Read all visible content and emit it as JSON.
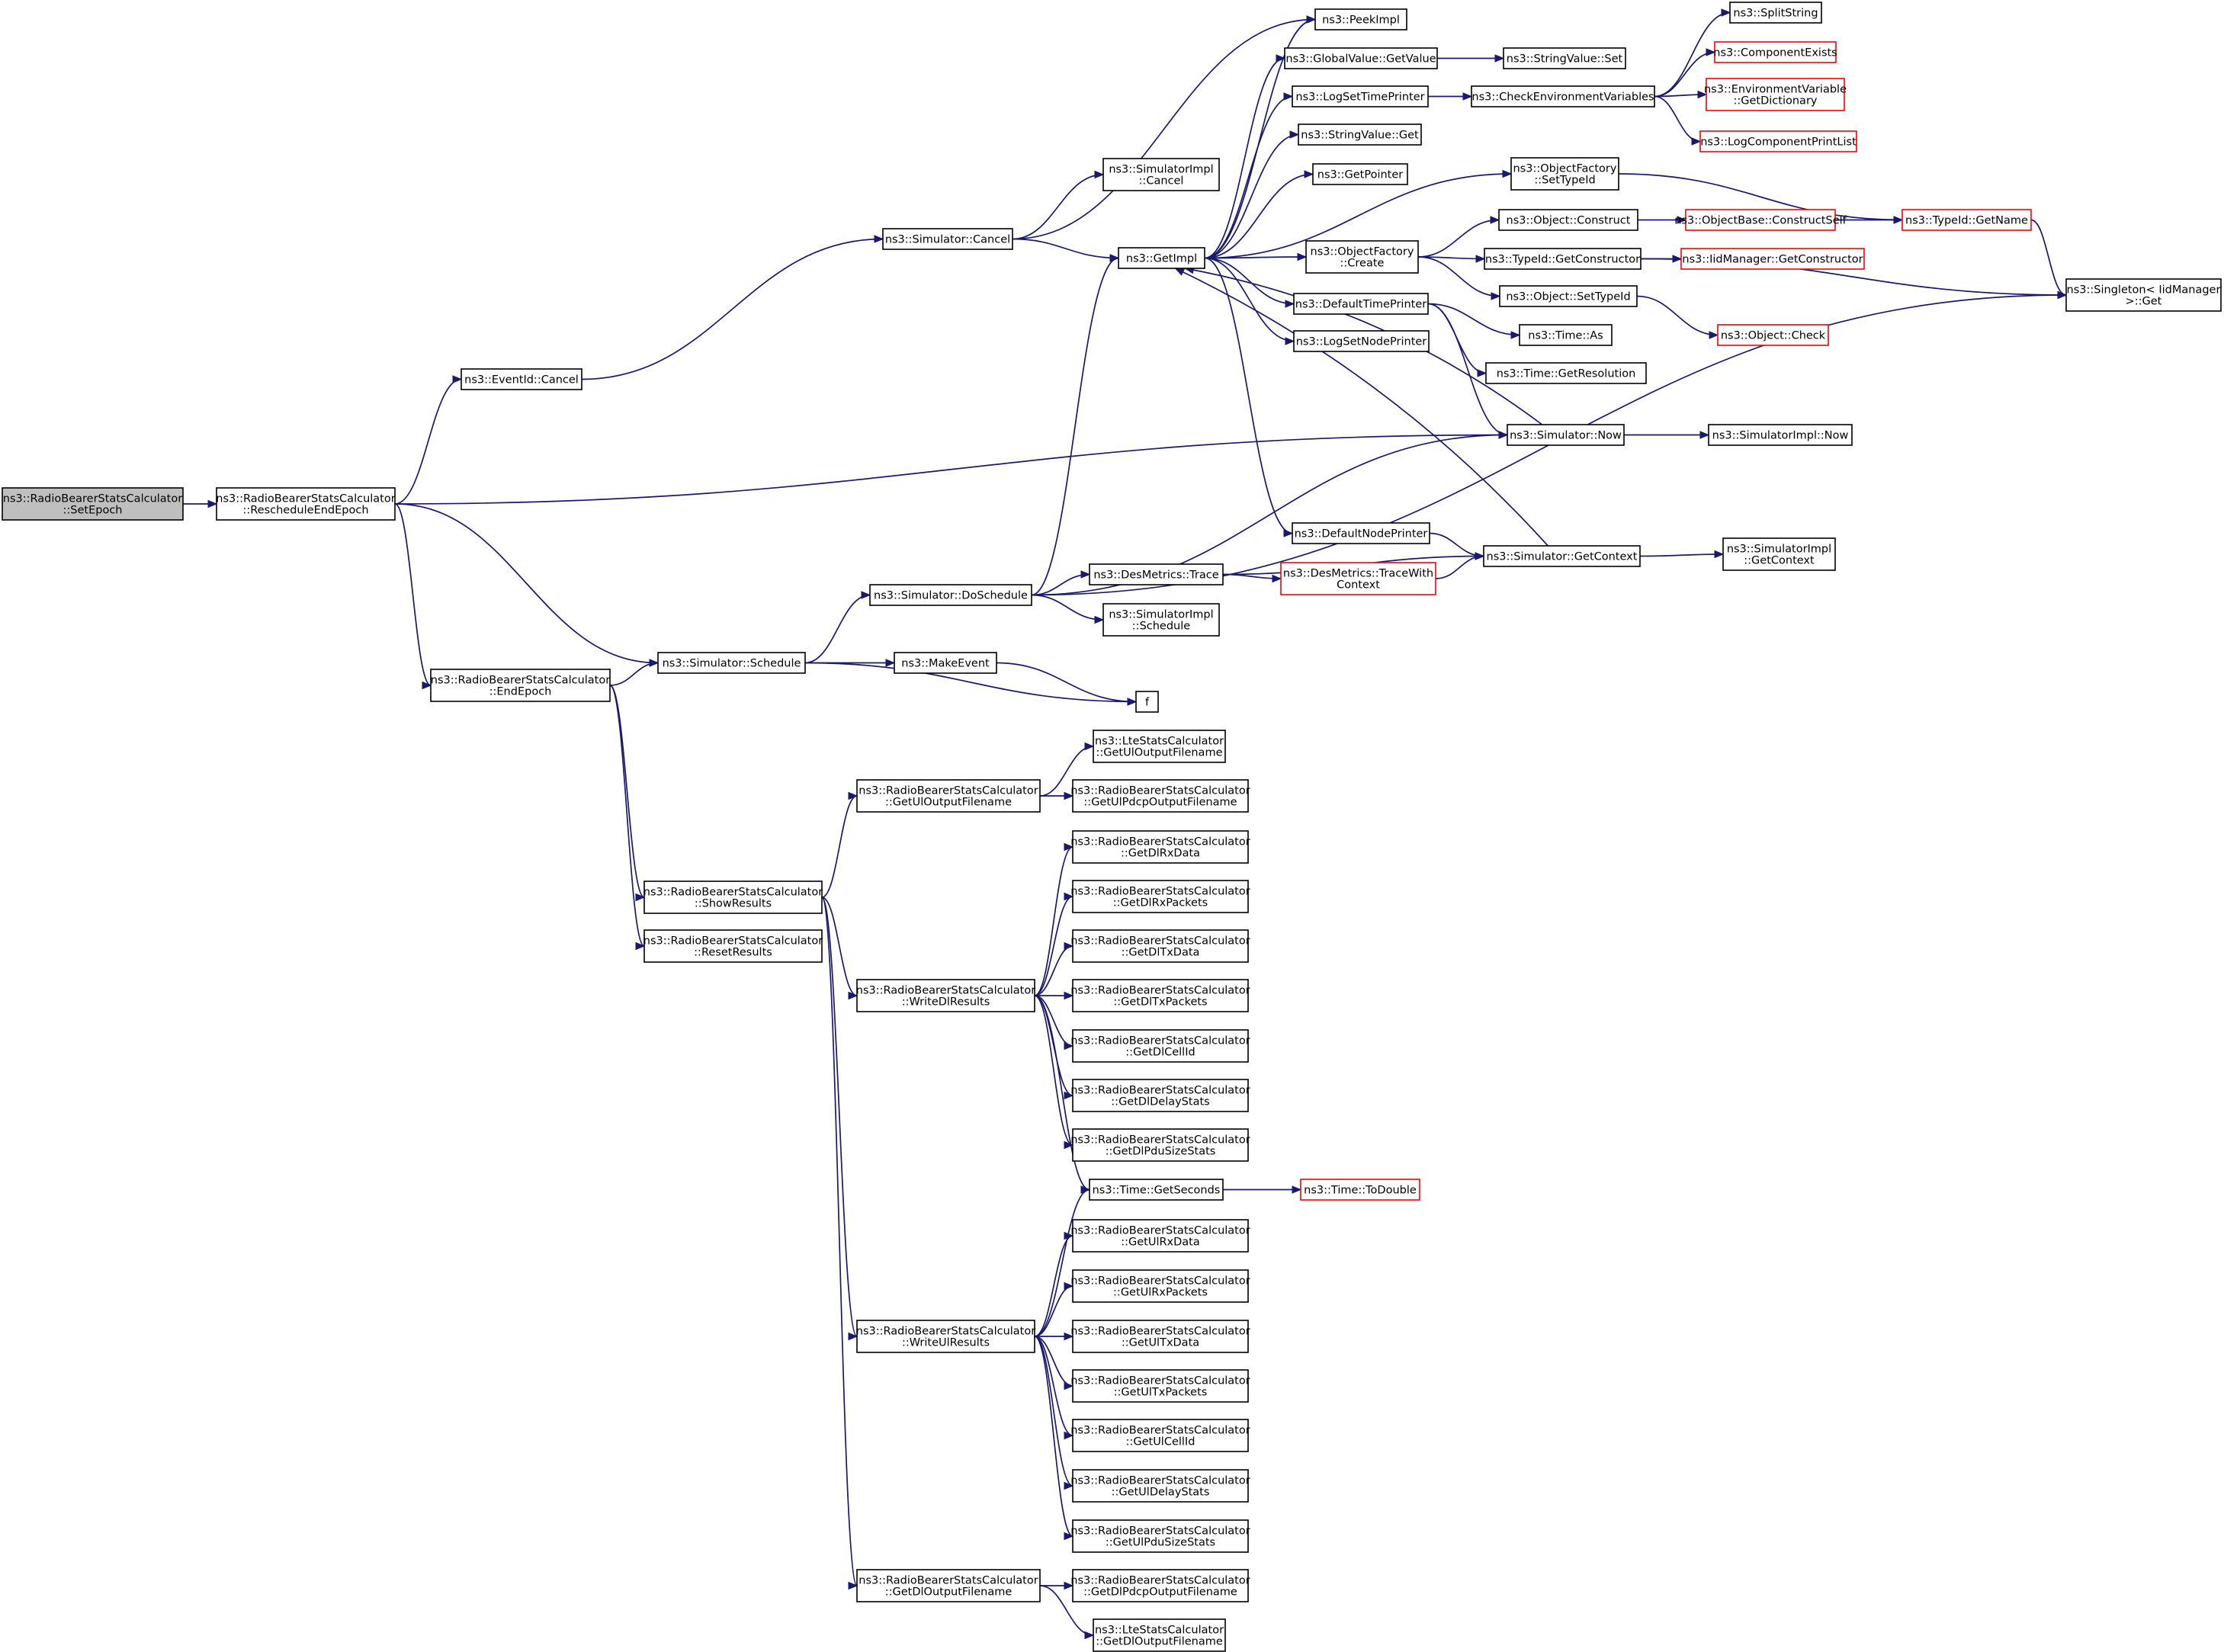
{
  "diagram": {
    "type": "call-graph",
    "colors": {
      "edge": "#191970",
      "node_border": "#000000",
      "external_node_border": "#ff0000",
      "root_fill": "#bfbfbf",
      "node_fill": "#ffffff"
    },
    "nodes": [
      {
        "id": "root",
        "lines": [
          "ns3::RadioBearerStatsCalculator",
          "::SetEpoch"
        ],
        "style": "root"
      },
      {
        "id": "reschedule",
        "lines": [
          "ns3::RadioBearerStatsCalculator",
          "::RescheduleEndEpoch"
        ]
      },
      {
        "id": "eventcancel",
        "lines": [
          "ns3::EventId::Cancel"
        ]
      },
      {
        "id": "endepoch",
        "lines": [
          "ns3::RadioBearerStatsCalculator",
          "::EndEpoch"
        ]
      },
      {
        "id": "simcancel",
        "lines": [
          "ns3::Simulator::Cancel"
        ]
      },
      {
        "id": "simimplcancel",
        "lines": [
          "ns3::SimulatorImpl",
          "::Cancel"
        ]
      },
      {
        "id": "schedule",
        "lines": [
          "ns3::Simulator::Schedule"
        ]
      },
      {
        "id": "doschedule",
        "lines": [
          "ns3::Simulator::DoSchedule"
        ]
      },
      {
        "id": "makeevent",
        "lines": [
          "ns3::MakeEvent"
        ]
      },
      {
        "id": "f",
        "lines": [
          "f"
        ]
      },
      {
        "id": "getimpl",
        "lines": [
          "ns3::GetImpl"
        ]
      },
      {
        "id": "peekimpl",
        "lines": [
          "ns3::PeekImpl"
        ]
      },
      {
        "id": "gvgetvalue",
        "lines": [
          "ns3::GlobalValue::GetValue"
        ]
      },
      {
        "id": "logsettimeprinter",
        "lines": [
          "ns3::LogSetTimePrinter"
        ]
      },
      {
        "id": "stringvalueget",
        "lines": [
          "ns3::StringValue::Get"
        ]
      },
      {
        "id": "getpointer",
        "lines": [
          "ns3::GetPointer"
        ]
      },
      {
        "id": "ofcreate",
        "lines": [
          "ns3::ObjectFactory",
          "::Create"
        ]
      },
      {
        "id": "defaulttimeprinter",
        "lines": [
          "ns3::DefaultTimePrinter"
        ]
      },
      {
        "id": "logsetnodeprinter",
        "lines": [
          "ns3::LogSetNodePrinter"
        ]
      },
      {
        "id": "defaultnodeprinter",
        "lines": [
          "ns3::DefaultNodePrinter"
        ]
      },
      {
        "id": "stringvalueset",
        "lines": [
          "ns3::StringValue::Set"
        ]
      },
      {
        "id": "checkenv",
        "lines": [
          "ns3::CheckEnvironmentVariables"
        ]
      },
      {
        "id": "ofsettypeid",
        "lines": [
          "ns3::ObjectFactory",
          "::SetTypeId"
        ]
      },
      {
        "id": "objconstruct",
        "lines": [
          "ns3::Object::Construct"
        ]
      },
      {
        "id": "typeidgetconstructor",
        "lines": [
          "ns3::TypeId::GetConstructor"
        ]
      },
      {
        "id": "objsettypeid",
        "lines": [
          "ns3::Object::SetTypeId"
        ]
      },
      {
        "id": "timeas",
        "lines": [
          "ns3::Time::As"
        ]
      },
      {
        "id": "timegetres",
        "lines": [
          "ns3::Time::GetResolution"
        ]
      },
      {
        "id": "simnow",
        "lines": [
          "ns3::Simulator::Now"
        ]
      },
      {
        "id": "simimplnow",
        "lines": [
          "ns3::SimulatorImpl::Now"
        ]
      },
      {
        "id": "splitstring",
        "lines": [
          "ns3::SplitString"
        ]
      },
      {
        "id": "componentexists",
        "lines": [
          "ns3::ComponentExists"
        ],
        "style": "red"
      },
      {
        "id": "envgetdict",
        "lines": [
          "ns3::EnvironmentVariable",
          "::GetDictionary"
        ],
        "style": "red"
      },
      {
        "id": "logcompprint",
        "lines": [
          "ns3::LogComponentPrintList"
        ],
        "style": "red"
      },
      {
        "id": "constructself",
        "lines": [
          "ns3::ObjectBase::ConstructSelf"
        ],
        "style": "red"
      },
      {
        "id": "iidgetconstructor",
        "lines": [
          "ns3::IidManager::GetConstructor"
        ],
        "style": "red"
      },
      {
        "id": "objcheck",
        "lines": [
          "ns3::Object::Check"
        ],
        "style": "red"
      },
      {
        "id": "typeidgetname",
        "lines": [
          "ns3::TypeId::GetName"
        ],
        "style": "red"
      },
      {
        "id": "singleton",
        "lines": [
          "ns3::Singleton< IidManager",
          " >::Get"
        ]
      },
      {
        "id": "destrace",
        "lines": [
          "ns3::DesMetrics::Trace"
        ]
      },
      {
        "id": "simimplschedule",
        "lines": [
          "ns3::SimulatorImpl",
          "::Schedule"
        ]
      },
      {
        "id": "tracewithctx",
        "lines": [
          "ns3::DesMetrics::TraceWith",
          "Context"
        ],
        "style": "red"
      },
      {
        "id": "simgetcontext",
        "lines": [
          "ns3::Simulator::GetContext"
        ]
      },
      {
        "id": "simimplgetcontext",
        "lines": [
          "ns3::SimulatorImpl",
          "::GetContext"
        ]
      },
      {
        "id": "showresults",
        "lines": [
          "ns3::RadioBearerStatsCalculator",
          "::ShowResults"
        ]
      },
      {
        "id": "resetresults",
        "lines": [
          "ns3::RadioBearerStatsCalculator",
          "::ResetResults"
        ]
      },
      {
        "id": "rbgetul",
        "lines": [
          "ns3::RadioBearerStatsCalculator",
          "::GetUlOutputFilename"
        ]
      },
      {
        "id": "ltegetul",
        "lines": [
          "ns3::LteStatsCalculator",
          "::GetUlOutputFilename"
        ]
      },
      {
        "id": "getulpdcp",
        "lines": [
          "ns3::RadioBearerStatsCalculator",
          "::GetUlPdcpOutputFilename"
        ]
      },
      {
        "id": "writedl",
        "lines": [
          "ns3::RadioBearerStatsCalculator",
          "::WriteDlResults"
        ]
      },
      {
        "id": "getdlrxdata",
        "lines": [
          "ns3::RadioBearerStatsCalculator",
          "::GetDlRxData"
        ]
      },
      {
        "id": "getdlrxpackets",
        "lines": [
          "ns3::RadioBearerStatsCalculator",
          "::GetDlRxPackets"
        ]
      },
      {
        "id": "getdltxdata",
        "lines": [
          "ns3::RadioBearerStatsCalculator",
          "::GetDlTxData"
        ]
      },
      {
        "id": "getdltxpackets",
        "lines": [
          "ns3::RadioBearerStatsCalculator",
          "::GetDlTxPackets"
        ]
      },
      {
        "id": "getdlcellid",
        "lines": [
          "ns3::RadioBearerStatsCalculator",
          "::GetDlCellId"
        ]
      },
      {
        "id": "getdldelay",
        "lines": [
          "ns3::RadioBearerStatsCalculator",
          "::GetDlDelayStats"
        ]
      },
      {
        "id": "getdlpdu",
        "lines": [
          "ns3::RadioBearerStatsCalculator",
          "::GetDlPduSizeStats"
        ]
      },
      {
        "id": "timegetseconds",
        "lines": [
          "ns3::Time::GetSeconds"
        ]
      },
      {
        "id": "timetodouble",
        "lines": [
          "ns3::Time::ToDouble"
        ],
        "style": "red"
      },
      {
        "id": "getulrxdata",
        "lines": [
          "ns3::RadioBearerStatsCalculator",
          "::GetUlRxData"
        ]
      },
      {
        "id": "getulrxpackets",
        "lines": [
          "ns3::RadioBearerStatsCalculator",
          "::GetUlRxPackets"
        ]
      },
      {
        "id": "writeul",
        "lines": [
          "ns3::RadioBearerStatsCalculator",
          "::WriteUlResults"
        ]
      },
      {
        "id": "getultxdata",
        "lines": [
          "ns3::RadioBearerStatsCalculator",
          "::GetUlTxData"
        ]
      },
      {
        "id": "getultxpackets",
        "lines": [
          "ns3::RadioBearerStatsCalculator",
          "::GetUlTxPackets"
        ]
      },
      {
        "id": "getulcellid",
        "lines": [
          "ns3::RadioBearerStatsCalculator",
          "::GetUlCellId"
        ]
      },
      {
        "id": "getuldelay",
        "lines": [
          "ns3::RadioBearerStatsCalculator",
          "::GetUlDelayStats"
        ]
      },
      {
        "id": "getulpdu",
        "lines": [
          "ns3::RadioBearerStatsCalculator",
          "::GetUlPduSizeStats"
        ]
      },
      {
        "id": "rbgetdl",
        "lines": [
          "ns3::RadioBearerStatsCalculator",
          "::GetDlOutputFilename"
        ]
      },
      {
        "id": "getdlpdcp",
        "lines": [
          "ns3::RadioBearerStatsCalculator",
          "::GetDlPdcpOutputFilename"
        ]
      },
      {
        "id": "ltegetdl",
        "lines": [
          "ns3::LteStatsCalculator",
          "::GetDlOutputFilename"
        ]
      }
    ],
    "edges": [
      [
        "root",
        "reschedule"
      ],
      [
        "reschedule",
        "eventcancel"
      ],
      [
        "reschedule",
        "simnow"
      ],
      [
        "reschedule",
        "schedule"
      ],
      [
        "reschedule",
        "endepoch"
      ],
      [
        "eventcancel",
        "simcancel"
      ],
      [
        "simcancel",
        "simimplcancel"
      ],
      [
        "simcancel",
        "getimpl"
      ],
      [
        "simcancel",
        "peekimpl"
      ],
      [
        "endepoch",
        "schedule"
      ],
      [
        "endepoch",
        "showresults"
      ],
      [
        "endepoch",
        "resetresults"
      ],
      [
        "schedule",
        "doschedule"
      ],
      [
        "schedule",
        "makeevent"
      ],
      [
        "schedule",
        "f"
      ],
      [
        "makeevent",
        "f"
      ],
      [
        "doschedule",
        "getimpl"
      ],
      [
        "doschedule",
        "simnow"
      ],
      [
        "doschedule",
        "destrace"
      ],
      [
        "doschedule",
        "simimplschedule"
      ],
      [
        "doschedule",
        "singleton"
      ],
      [
        "getimpl",
        "peekimpl"
      ],
      [
        "getimpl",
        "gvgetvalue"
      ],
      [
        "getimpl",
        "logsettimeprinter"
      ],
      [
        "getimpl",
        "stringvalueget"
      ],
      [
        "getimpl",
        "getpointer"
      ],
      [
        "getimpl",
        "ofsettypeid"
      ],
      [
        "getimpl",
        "ofcreate"
      ],
      [
        "getimpl",
        "defaulttimeprinter"
      ],
      [
        "getimpl",
        "logsetnodeprinter"
      ],
      [
        "getimpl",
        "defaultnodeprinter"
      ],
      [
        "gvgetvalue",
        "stringvalueset"
      ],
      [
        "logsettimeprinter",
        "checkenv"
      ],
      [
        "checkenv",
        "splitstring"
      ],
      [
        "checkenv",
        "componentexists"
      ],
      [
        "checkenv",
        "envgetdict"
      ],
      [
        "checkenv",
        "logcompprint"
      ],
      [
        "ofsettypeid",
        "typeidgetname"
      ],
      [
        "ofcreate",
        "objconstruct"
      ],
      [
        "ofcreate",
        "typeidgetconstructor"
      ],
      [
        "ofcreate",
        "objsettypeid"
      ],
      [
        "objconstruct",
        "constructself"
      ],
      [
        "constructself",
        "typeidgetname"
      ],
      [
        "typeidgetconstructor",
        "iidgetconstructor"
      ],
      [
        "typeidgetconstructor",
        "singleton"
      ],
      [
        "typeidgetname",
        "singleton"
      ],
      [
        "objsettypeid",
        "objcheck"
      ],
      [
        "defaulttimeprinter",
        "timeas"
      ],
      [
        "defaulttimeprinter",
        "timegetres"
      ],
      [
        "defaulttimeprinter",
        "simnow"
      ],
      [
        "simnow",
        "getimpl"
      ],
      [
        "simnow",
        "simimplnow"
      ],
      [
        "defaultnodeprinter",
        "simgetcontext"
      ],
      [
        "destrace",
        "tracewithctx"
      ],
      [
        "destrace",
        "simgetcontext"
      ],
      [
        "tracewithctx",
        "simgetcontext"
      ],
      [
        "simgetcontext",
        "getimpl"
      ],
      [
        "simgetcontext",
        "simimplgetcontext"
      ],
      [
        "showresults",
        "rbgetul"
      ],
      [
        "showresults",
        "writedl"
      ],
      [
        "showresults",
        "writeul"
      ],
      [
        "showresults",
        "rbgetdl"
      ],
      [
        "rbgetul",
        "ltegetul"
      ],
      [
        "rbgetul",
        "getulpdcp"
      ],
      [
        "writedl",
        "getdlrxdata"
      ],
      [
        "writedl",
        "getdlrxpackets"
      ],
      [
        "writedl",
        "getdltxdata"
      ],
      [
        "writedl",
        "getdltxpackets"
      ],
      [
        "writedl",
        "getdlcellid"
      ],
      [
        "writedl",
        "getdldelay"
      ],
      [
        "writedl",
        "getdlpdu"
      ],
      [
        "writedl",
        "timegetseconds"
      ],
      [
        "timegetseconds",
        "timetodouble"
      ],
      [
        "writeul",
        "timegetseconds"
      ],
      [
        "writeul",
        "getulrxdata"
      ],
      [
        "writeul",
        "getulrxpackets"
      ],
      [
        "writeul",
        "getultxdata"
      ],
      [
        "writeul",
        "getultxpackets"
      ],
      [
        "writeul",
        "getulcellid"
      ],
      [
        "writeul",
        "getuldelay"
      ],
      [
        "writeul",
        "getulpdu"
      ],
      [
        "rbgetdl",
        "getdlpdcp"
      ],
      [
        "rbgetdl",
        "ltegetdl"
      ]
    ]
  }
}
